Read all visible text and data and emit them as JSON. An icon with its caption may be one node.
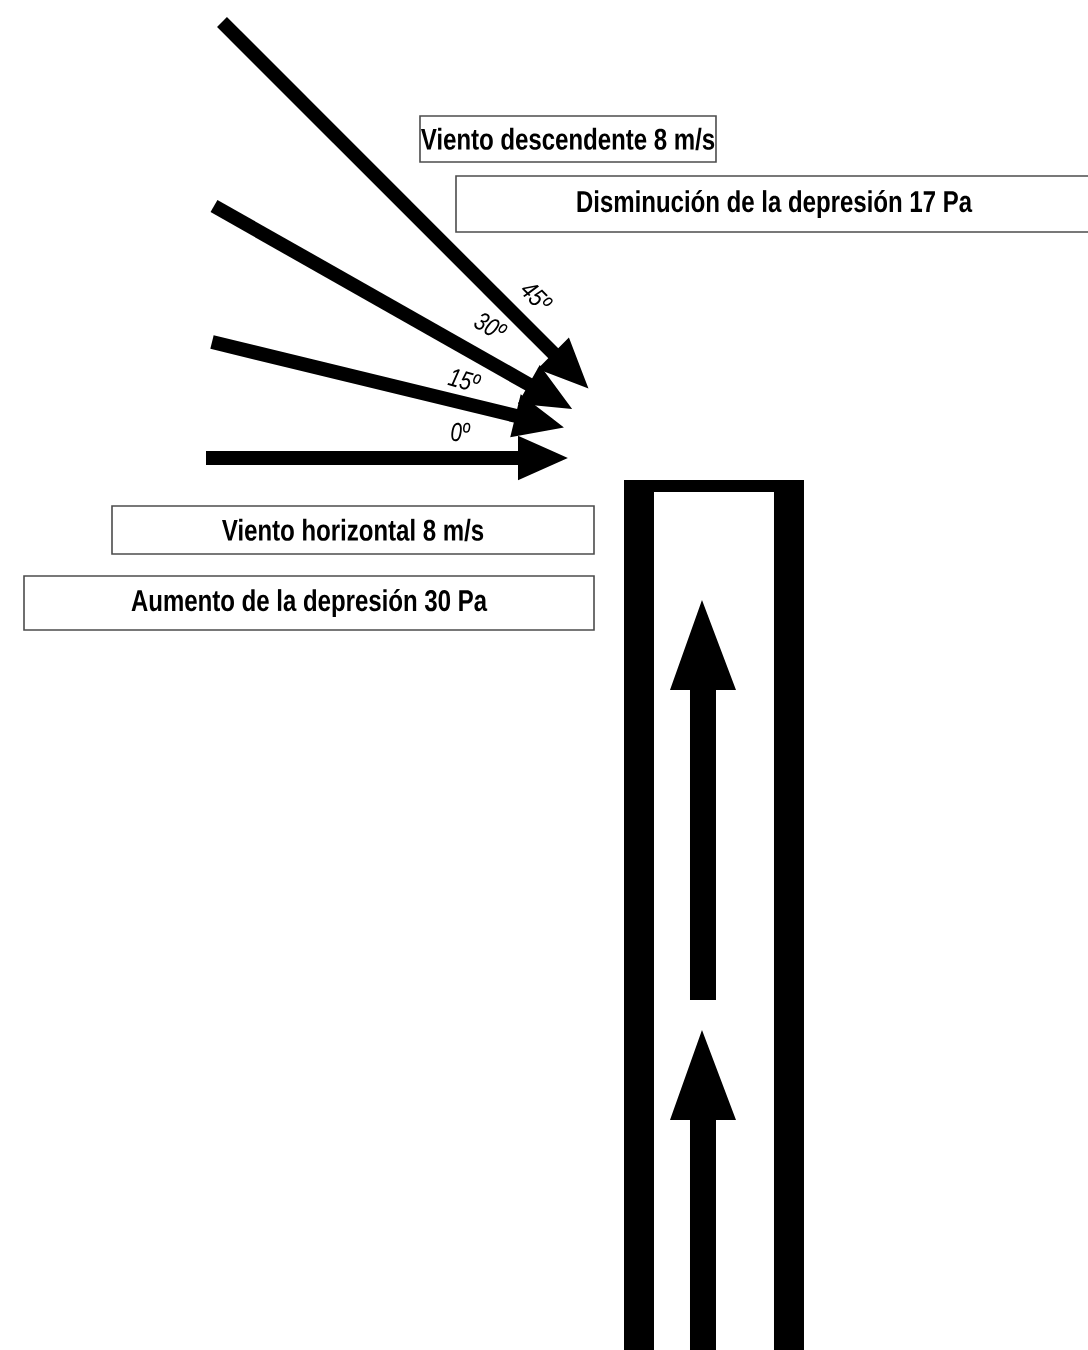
{
  "diagram": {
    "nodes": [
      {
        "text": [
          "Viento descendente 8 m/s"
        ]
      },
      {
        "text": [
          "Disminución de la depresión 17 Pa"
        ]
      },
      {
        "text": [
          "Viento horizontal 8 m/s"
        ]
      },
      {
        "text": [
          "Aumento de la depresión 30 Pa"
        ]
      }
    ],
    "labels": [
      "45º",
      "30º",
      "15º",
      "0º"
    ]
  }
}
